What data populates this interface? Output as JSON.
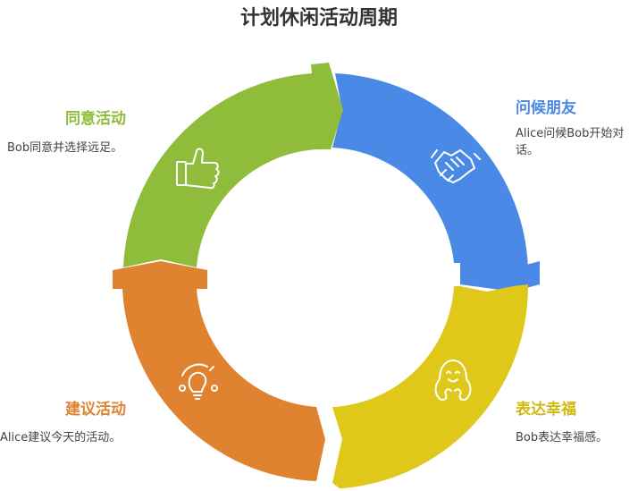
{
  "title": "计划休闲活动周期",
  "colors": {
    "greet": "#4a89e6",
    "happy": "#dfc81a",
    "suggest": "#df8331",
    "agree": "#8fbc3b"
  },
  "stages": {
    "greet": {
      "title": "问候朋友",
      "desc": "Alice问候Bob开始对话。",
      "icon": "handshake-icon"
    },
    "happy": {
      "title": "表达幸福",
      "desc": "Bob表达幸福感。",
      "icon": "smiling-face-icon"
    },
    "suggest": {
      "title": "建议活动",
      "desc": "Alice建议今天的活动。",
      "icon": "lightbulb-icon"
    },
    "agree": {
      "title": "同意活动",
      "desc": "Bob同意并选择远足。",
      "icon": "thumbs-up-icon"
    }
  }
}
